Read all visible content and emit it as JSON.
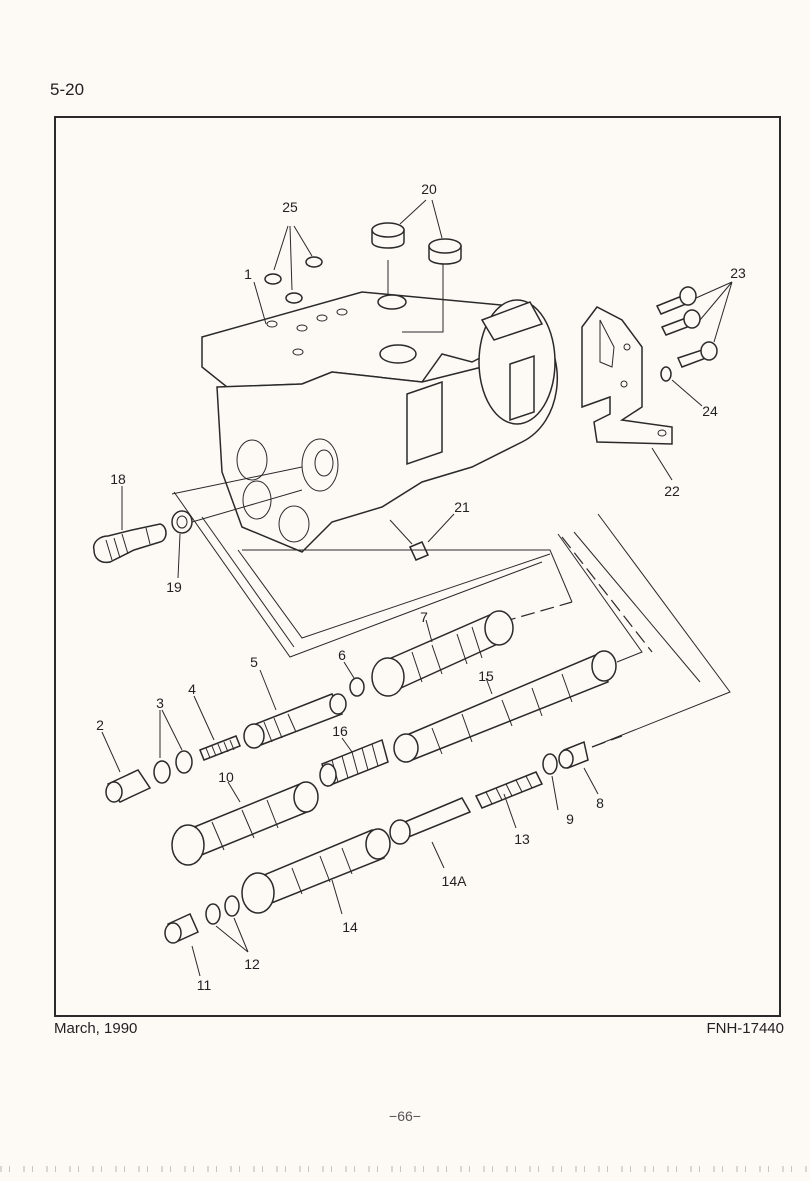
{
  "header": {
    "page_number": "5-20"
  },
  "footer": {
    "date": "March, 1990",
    "code": "FNH-17440",
    "folio": "−66−"
  },
  "callouts": {
    "c1": "1",
    "c2": "2",
    "c3": "3",
    "c4": "4",
    "c5": "5",
    "c6": "6",
    "c7": "7",
    "c8": "8",
    "c9": "9",
    "c10": "10",
    "c11": "11",
    "c12": "12",
    "c13": "13",
    "c14": "14",
    "c14a": "14A",
    "c15": "15",
    "c16": "16",
    "c18": "18",
    "c19": "19",
    "c20": "20",
    "c21": "21",
    "c22": "22",
    "c23": "23",
    "c24": "24",
    "c25": "25"
  }
}
